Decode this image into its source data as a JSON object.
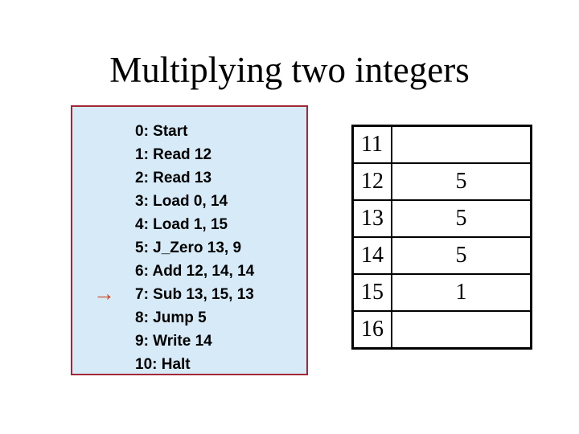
{
  "title": "Multiplying two integers",
  "program": {
    "arrow_icon": "→",
    "current_line_index": 7,
    "lines": [
      "0: Start",
      "1: Read 12",
      "2: Read 13",
      "3: Load 0, 14",
      "4: Load 1, 15",
      "5: J_Zero 13, 9",
      "6: Add 12, 14, 14",
      "7: Sub 13, 15, 13",
      "8: Jump 5",
      "9: Write 14",
      "10: Halt"
    ]
  },
  "memory_table": {
    "rows": [
      {
        "address": "11",
        "value": ""
      },
      {
        "address": "12",
        "value": "5"
      },
      {
        "address": "13",
        "value": "5"
      },
      {
        "address": "14",
        "value": "5"
      },
      {
        "address": "15",
        "value": "1"
      },
      {
        "address": "16",
        "value": ""
      }
    ]
  },
  "colors": {
    "box_fill": "#d6ebf7",
    "box_border": "#a12836",
    "arrow": "#cc4420",
    "table_border": "#000000"
  }
}
